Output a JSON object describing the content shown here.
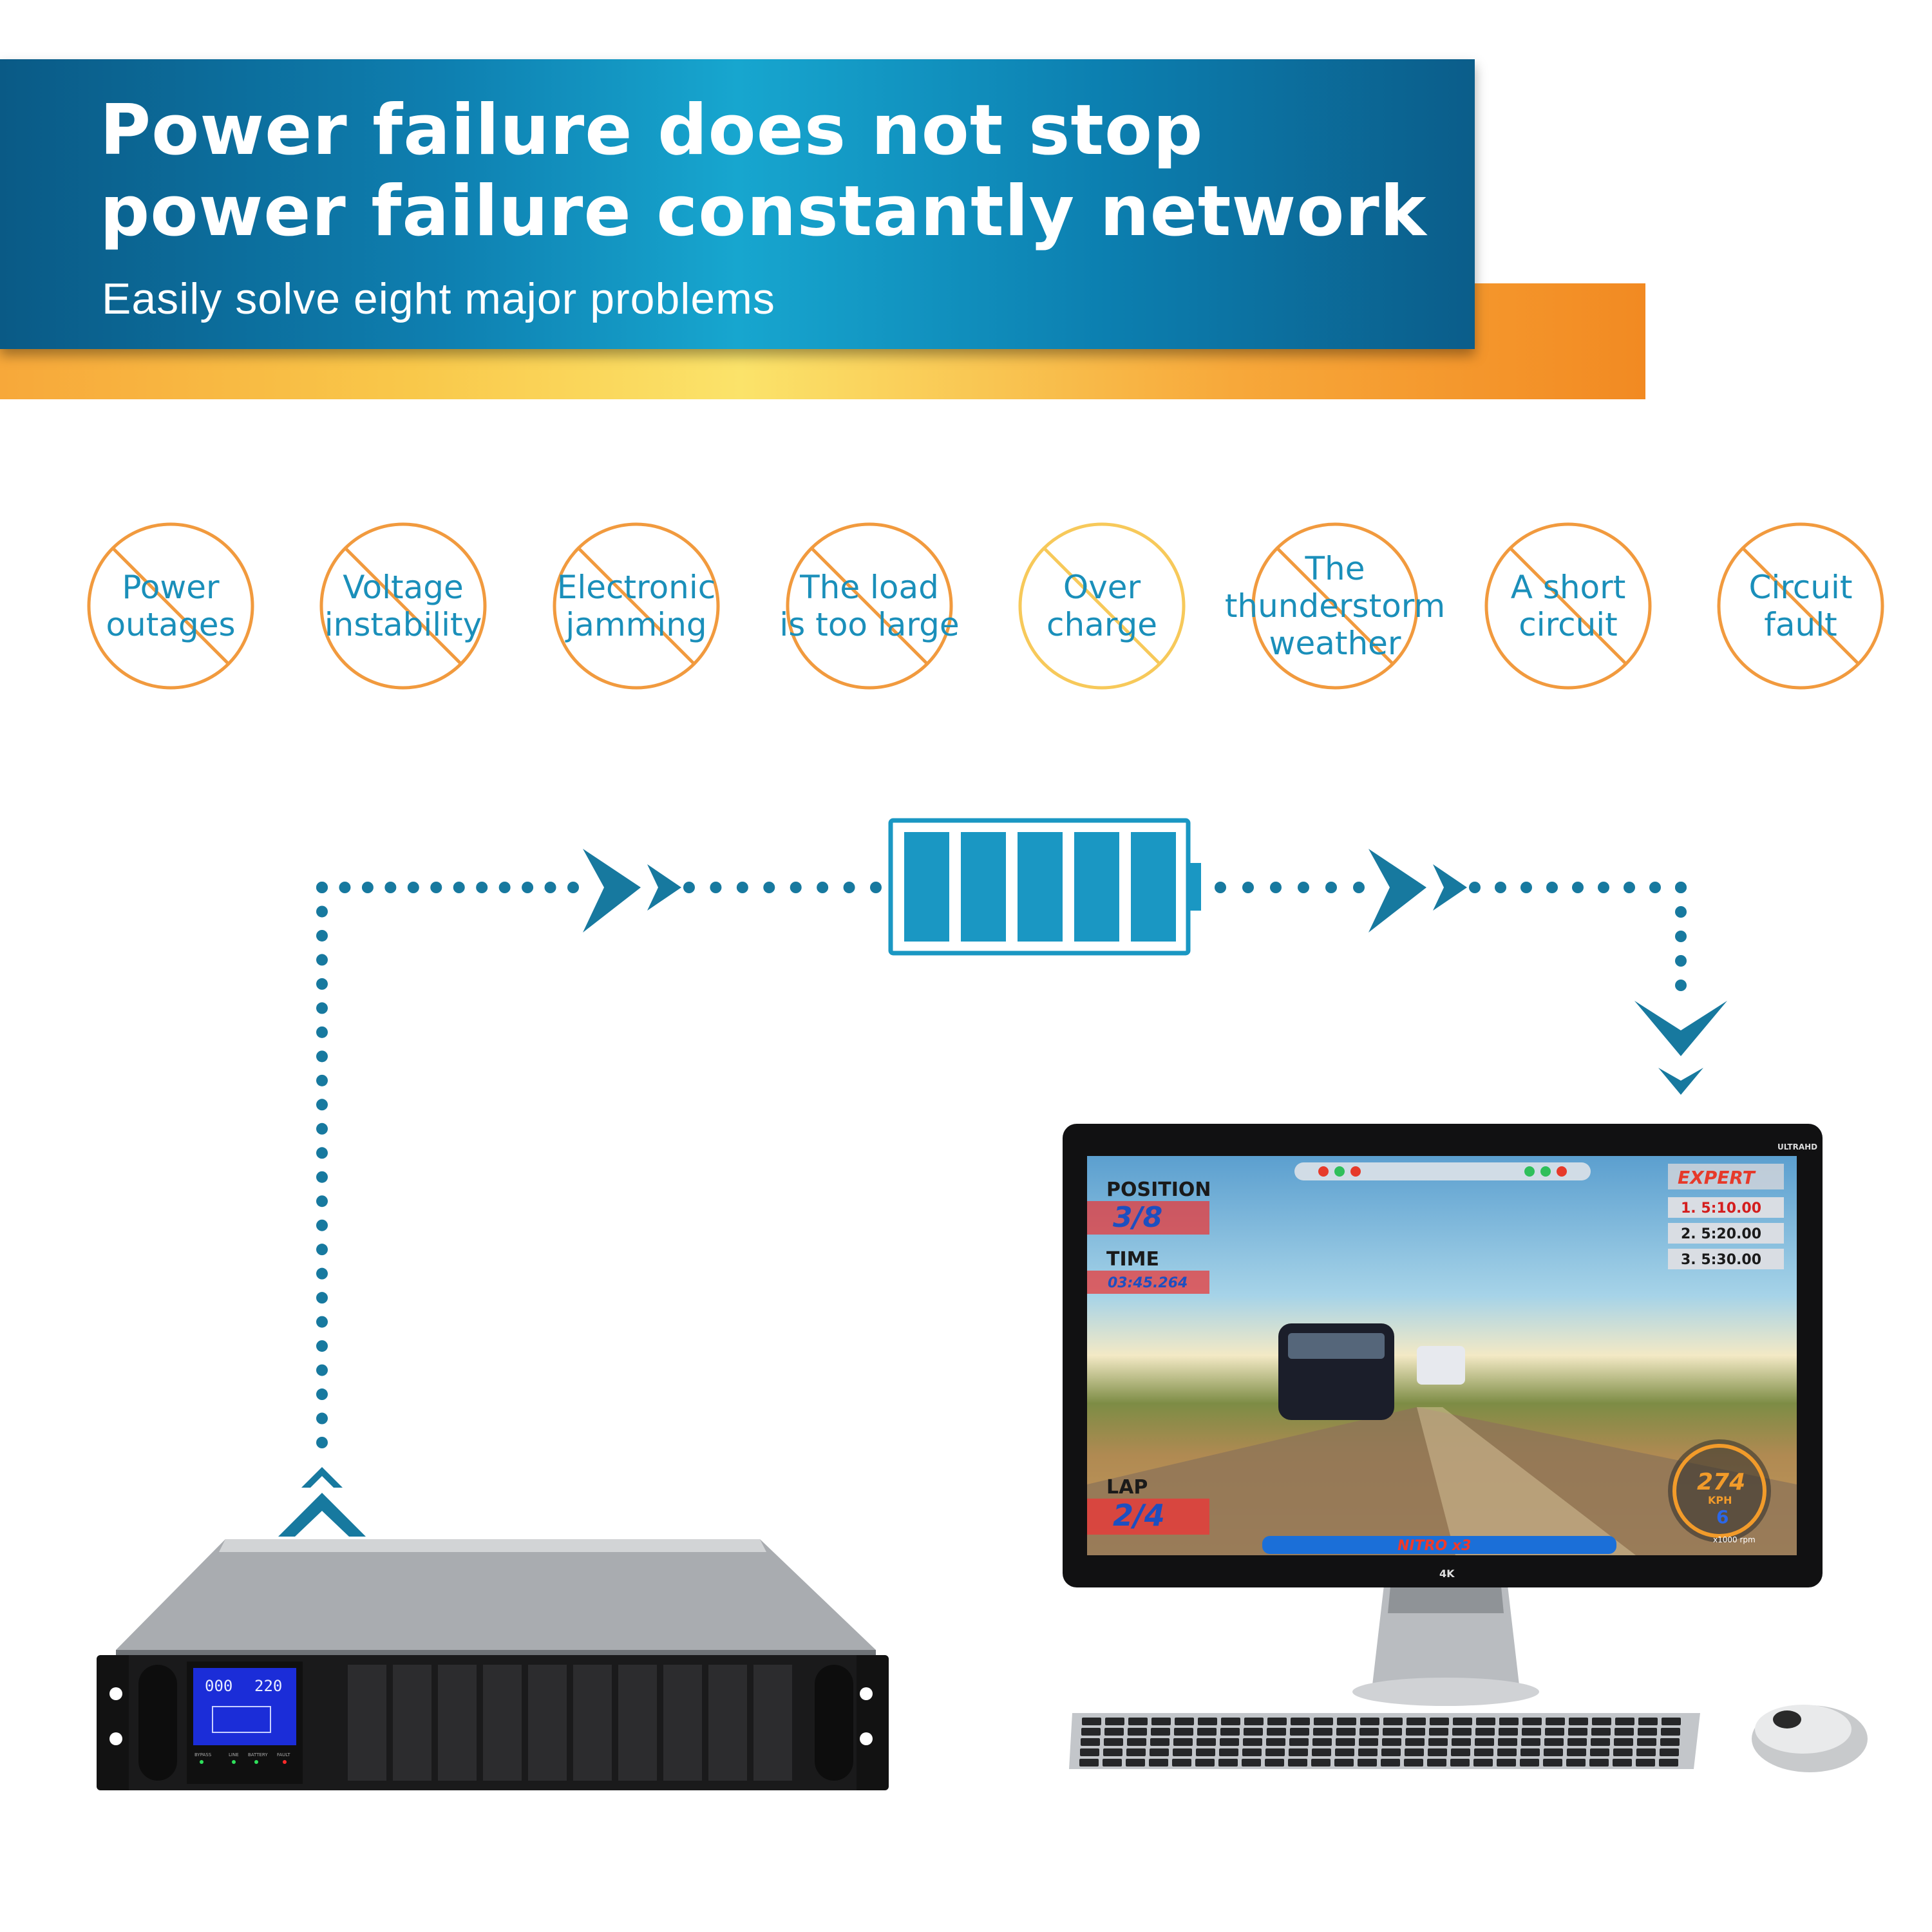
{
  "banner": {
    "title_line1": "Power failure does not stop",
    "title_line2": "power failure constantly network",
    "subtitle": "Easily solve eight major problems"
  },
  "problems": [
    {
      "label": "Power\noutages"
    },
    {
      "label": "Voltage\ninstability"
    },
    {
      "label": "Electronic\njamming"
    },
    {
      "label": "The load\nis too large"
    },
    {
      "label": "Over\ncharge"
    },
    {
      "label": "The\nthunderstorm\nweather"
    },
    {
      "label": "A short\ncircuit"
    },
    {
      "label": "Circuit\nfault"
    }
  ],
  "colors": {
    "banner_blue": "#0e7fb0",
    "banner_orange": "#f7a83a",
    "flow_blue": "#17799f",
    "battery_blue": "#1a97c3",
    "problem_circle": "#f19a3e",
    "problem_text": "#1a8fba"
  },
  "battery": {
    "icon": "battery-icon",
    "bars": 5
  },
  "ups": {
    "icon": "ups-rack-icon",
    "lcd_left": "000",
    "lcd_right": "220",
    "indicators": [
      "BYPASS",
      "LINE",
      "BATTERY",
      "FAULT"
    ]
  },
  "monitor": {
    "icon": "monitor-icon",
    "brand_label": "ULTRAHD",
    "stand_label": "4K",
    "hud": {
      "position_label": "POSITION",
      "position_value": "3/8",
      "time_label": "TIME",
      "time_value": "03:45.264",
      "lap_label": "LAP",
      "lap_value": "2/4",
      "mode_label": "EXPERT",
      "leaderboard": [
        "1.  5:10.00",
        "2.  5:20.00",
        "3.  5:30.00"
      ],
      "speed": "274",
      "speed_unit": "KPH",
      "gear": "6",
      "rpm_label": "x1000 rpm",
      "nitro_label": "NITRO x3"
    }
  }
}
